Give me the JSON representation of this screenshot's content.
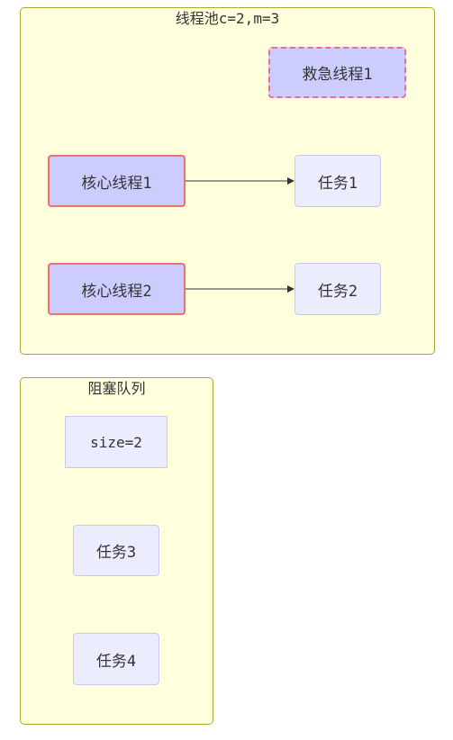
{
  "thread_pool": {
    "title": "线程池c=2,m=3",
    "emergency_thread": "救急线程1",
    "core_threads": [
      {
        "label": "核心线程1",
        "task": "任务1"
      },
      {
        "label": "核心线程2",
        "task": "任务2"
      }
    ]
  },
  "blocking_queue": {
    "title": "阻塞队列",
    "size_label": "size=2",
    "tasks": [
      "任务3",
      "任务4"
    ]
  },
  "colors": {
    "cluster_fill": "#ffffde",
    "cluster_border": "#aaaa33",
    "thread_fill": "#ccccff",
    "thread_border": "#ee6f77",
    "task_fill": "#ececff",
    "task_border": "#c9c9ef",
    "edge": "#333333"
  }
}
